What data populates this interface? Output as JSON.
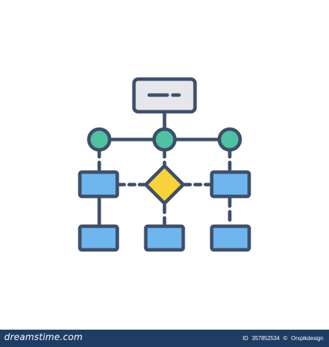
{
  "diagram": {
    "colors": {
      "outline": "#3e4f6a",
      "top_box_fill": "#e6e7ea",
      "node_fill": "#4fc1a2",
      "box_fill": "#6fb6ee",
      "decision_fill": "#f7d23c"
    },
    "shapes": {
      "top_box": "rectangle",
      "nodes": "circle",
      "decision": "diamond",
      "process_boxes": "rectangle"
    }
  },
  "footer": {
    "logo_text": "dreamstime.com",
    "id_label": "ID",
    "id_value": "357852534",
    "copyright_symbol": "©",
    "author": "Orxpikdesign",
    "background": "#1f3d63"
  }
}
